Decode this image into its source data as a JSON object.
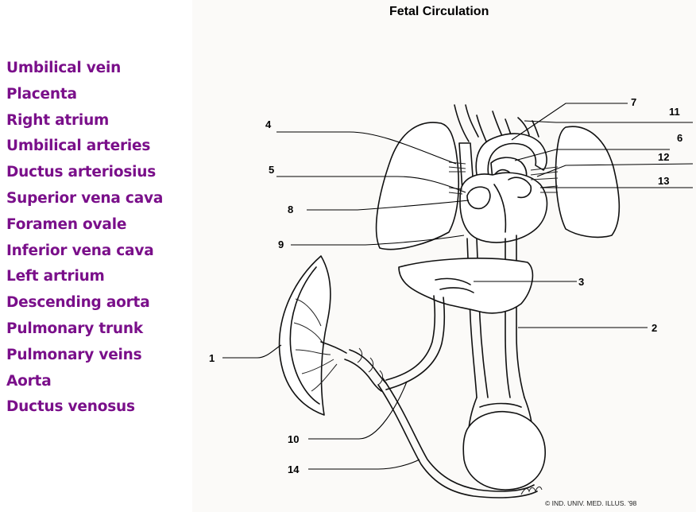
{
  "title": "Fetal Circulation",
  "copyright": "© IND. UNIV. MED. ILLUS. '98",
  "colors": {
    "term_text": "#7a0f8a",
    "lines": "#111111",
    "panel_bg": "#fbfaf8"
  },
  "terms": [
    "Umbilical vein",
    "Placenta",
    "Right atrium",
    "Umbilical arteries",
    "Ductus arteriosius",
    "Superior vena cava",
    "Foramen ovale",
    "Inferior vena cava",
    "Left artrium",
    "Descending aorta",
    "Pulmonary trunk",
    "Pulmonary veins",
    "Aorta",
    "Ductus venosus"
  ],
  "labels": {
    "n1": "1",
    "n2": "2",
    "n3": "3",
    "n4": "4",
    "n5": "5",
    "n6": "6",
    "n7": "7",
    "n8": "8",
    "n9": "9",
    "n10": "10",
    "n11": "11",
    "n12": "12",
    "n13": "13",
    "n14": "14"
  }
}
